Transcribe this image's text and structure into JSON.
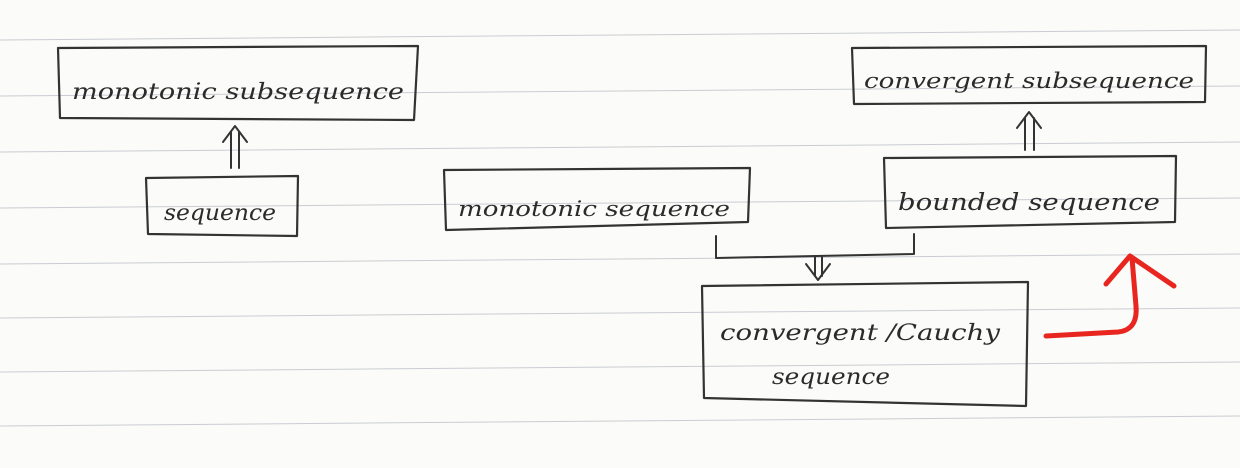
{
  "nodes": {
    "monotonic_subsequence": "monotonic subsequence",
    "sequence": "sequence",
    "monotonic_sequence": "monotonic sequence",
    "convergent_cauchy_sequence_line1": "convergent /Cauchy",
    "convergent_cauchy_sequence_line2": "sequence",
    "bounded_sequence": "bounded sequence",
    "convergent_subsequence": "convergent subsequence"
  },
  "colors": {
    "paper": "#fbfbf9",
    "ink": "#333333",
    "ruled_line": "#c9cdd2",
    "annotation_arrow": "#e8261f"
  }
}
